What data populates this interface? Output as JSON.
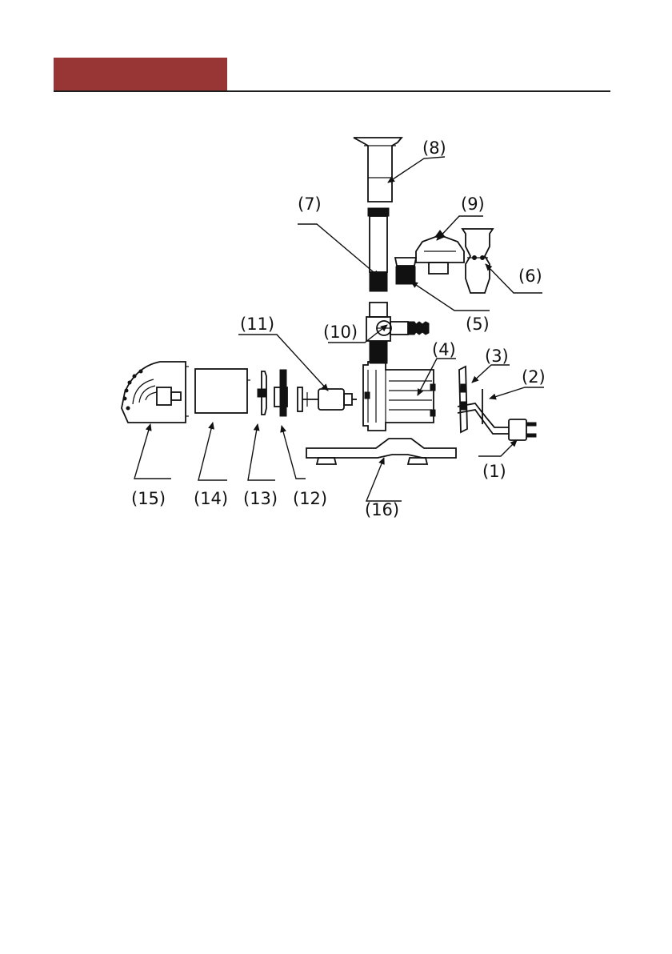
{
  "header": {
    "tab_color": "#983535",
    "rule_color": "#1e1e1e"
  },
  "diagram": {
    "part_labels": [
      "(1)",
      "(2)",
      "(3)",
      "(4)",
      "(5)",
      "(6)",
      "(7)",
      "(8)",
      "(9)",
      "(10)",
      "(11)",
      "(12)",
      "(13)",
      "(14)",
      "(15)",
      "(16)"
    ]
  }
}
